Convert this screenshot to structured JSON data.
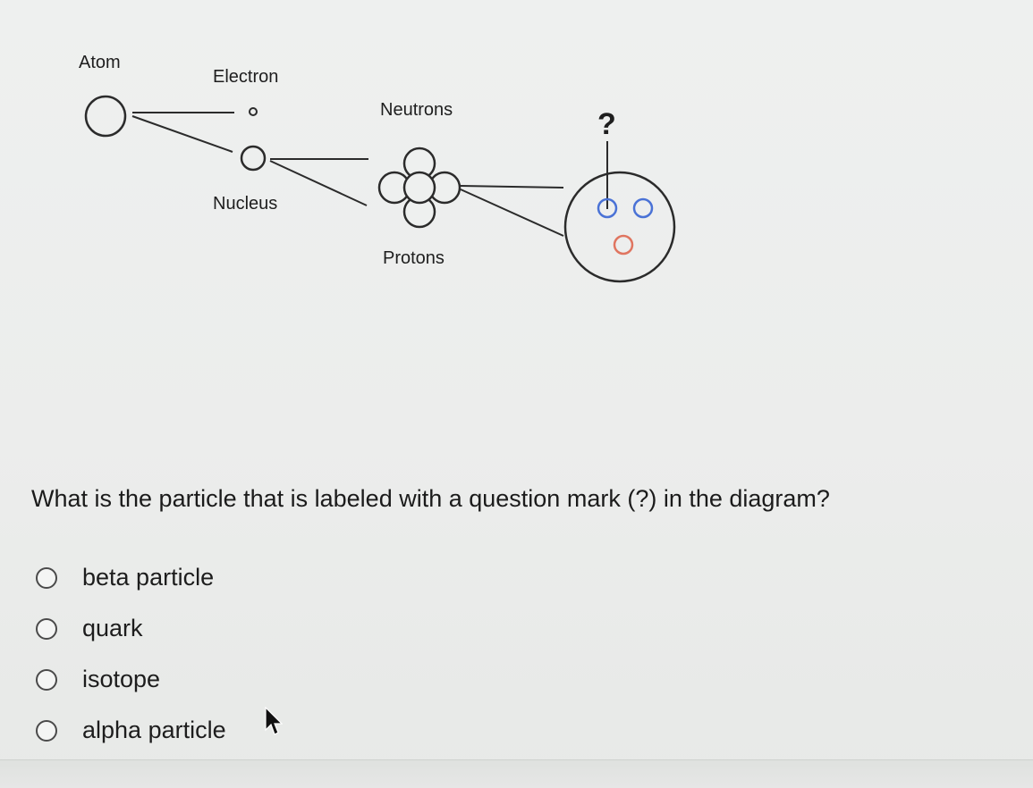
{
  "diagram": {
    "labels": {
      "atom": "Atom",
      "electron": "Electron",
      "nucleus": "Nucleus",
      "neutrons": "Neutrons",
      "protons": "Protons",
      "unknown": "?"
    },
    "colors": {
      "stroke": "#2b2b2b",
      "neutron_blue": "#4a72d6",
      "proton_red": "#e07560"
    }
  },
  "question": {
    "text": "What is the particle that is labeled with a question mark (?) in the diagram?"
  },
  "options": [
    {
      "label": "beta particle",
      "selected": false
    },
    {
      "label": "quark",
      "selected": false
    },
    {
      "label": "isotope",
      "selected": false
    },
    {
      "label": "alpha particle",
      "selected": false
    }
  ]
}
